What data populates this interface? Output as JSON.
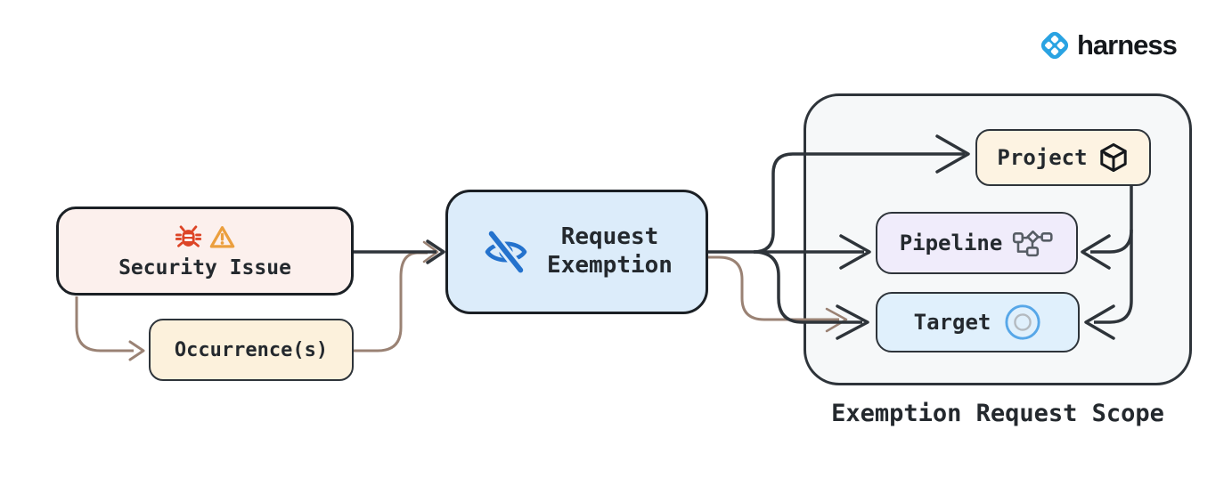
{
  "logo": {
    "icon": "harness-diamond-icon",
    "text": "harness"
  },
  "diagram": {
    "nodes": {
      "security_issue": {
        "label": "Security Issue",
        "icons": [
          "bug-icon",
          "warning-icon"
        ]
      },
      "occurrences": {
        "label": "Occurrence(s)"
      },
      "request_exemption": {
        "line1": "Request",
        "line2": "Exemption",
        "icon": "eye-off-icon"
      },
      "project": {
        "label": "Project",
        "icon": "package-cube-icon"
      },
      "pipeline": {
        "label": "Pipeline",
        "icon": "pipeline-dag-icon"
      },
      "target": {
        "label": "Target",
        "icon": "target-circle-icon"
      }
    },
    "scope": {
      "label": "Exemption Request Scope"
    },
    "edges": [
      {
        "from": "security_issue",
        "to": "request_exemption",
        "style": "dark"
      },
      {
        "from": "security_issue",
        "to": "occurrences",
        "style": "brown"
      },
      {
        "from": "occurrences",
        "to": "request_exemption",
        "style": "brown"
      },
      {
        "from": "request_exemption",
        "to": "project",
        "style": "dark"
      },
      {
        "from": "request_exemption",
        "to": "pipeline",
        "style": "dark"
      },
      {
        "from": "request_exemption",
        "to": "target",
        "style": "dark"
      },
      {
        "from": "request_exemption",
        "to": "target",
        "style": "brown"
      },
      {
        "from": "project",
        "to": "pipeline",
        "style": "dark"
      },
      {
        "from": "project",
        "to": "target",
        "style": "dark"
      }
    ],
    "colors": {
      "ink": "#2e343a",
      "ink_strong": "#1b2025",
      "brown": "#9a8274",
      "security_bg": "#fcf0ed",
      "occurrence_bg": "#fcf1dc",
      "request_bg": "#dcecfa",
      "scope_bg": "#f6f8f9",
      "project_bg": "#fdf3e2",
      "pipeline_bg": "#f0ecfb",
      "target_bg": "#e0f0fc",
      "icon_blue": "#2472cd",
      "bug_red": "#dd4527",
      "warn_orange": "#eb9f3e",
      "harness_blue": "#2aa3e2",
      "text": "#24292e"
    }
  }
}
